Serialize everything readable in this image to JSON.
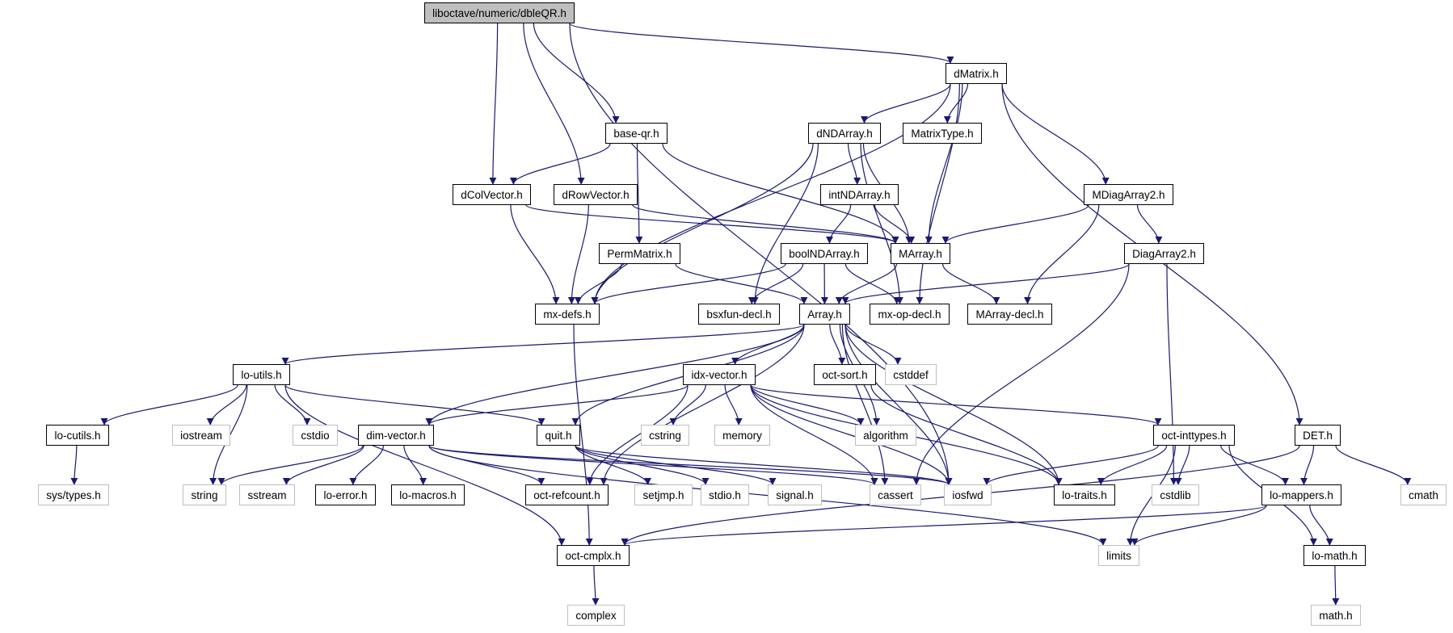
{
  "diagram": {
    "title": "liboctave/numeric/dbleQR.h include dependency graph",
    "colors": {
      "edge": "#191970",
      "root_fill": "#bfbfbf",
      "node_border": "#000000",
      "external_border": "#bfbfbf"
    },
    "nodes": [
      {
        "id": "root",
        "label": "liboctave/numeric/dbleQR.h",
        "kind": "root",
        "col": 458,
        "row": 0
      },
      {
        "id": "dMatrix",
        "label": "dMatrix.h",
        "kind": "local",
        "col": 1020,
        "row": 1
      },
      {
        "id": "base-qr",
        "label": "base-qr.h",
        "kind": "local",
        "col": 653,
        "row": 2
      },
      {
        "id": "dNDArray",
        "label": "dNDArray.h",
        "kind": "local",
        "col": 872,
        "row": 2
      },
      {
        "id": "MatrixType",
        "label": "MatrixType.h",
        "kind": "local",
        "col": 974,
        "row": 2
      },
      {
        "id": "dColVector",
        "label": "dColVector.h",
        "kind": "local",
        "col": 488,
        "row": 3
      },
      {
        "id": "dRowVector",
        "label": "dRowVector.h",
        "kind": "local",
        "col": 597,
        "row": 3
      },
      {
        "id": "intNDArray",
        "label": "intNDArray.h",
        "kind": "local",
        "col": 885,
        "row": 3
      },
      {
        "id": "MDiagArray2",
        "label": "MDiagArray2.h",
        "kind": "local",
        "col": 1169,
        "row": 3
      },
      {
        "id": "PermMatrix",
        "label": "PermMatrix.h",
        "kind": "local",
        "col": 646,
        "row": 4
      },
      {
        "id": "boolNDArray",
        "label": "boolNDArray.h",
        "kind": "local",
        "col": 842,
        "row": 4
      },
      {
        "id": "MArray",
        "label": "MArray.h",
        "kind": "local",
        "col": 961,
        "row": 4
      },
      {
        "id": "DiagArray2",
        "label": "DiagArray2.h",
        "kind": "local",
        "col": 1213,
        "row": 4
      },
      {
        "id": "mx-defs",
        "label": "mx-defs.h",
        "kind": "local",
        "col": 577,
        "row": 5
      },
      {
        "id": "bsxfun-decl",
        "label": "bsxfun-decl.h",
        "kind": "local",
        "col": 753,
        "row": 5
      },
      {
        "id": "Array",
        "label": "Array.h",
        "kind": "local",
        "col": 862,
        "row": 5
      },
      {
        "id": "mx-op-decl",
        "label": "mx-op-decl.h",
        "kind": "local",
        "col": 938,
        "row": 5
      },
      {
        "id": "MArray-decl",
        "label": "MArray-decl.h",
        "kind": "local",
        "col": 1044,
        "row": 5
      },
      {
        "id": "lo-utils",
        "label": "lo-utils.h",
        "kind": "local",
        "col": 251,
        "row": 6
      },
      {
        "id": "idx-vector",
        "label": "idx-vector.h",
        "kind": "local",
        "col": 737,
        "row": 6
      },
      {
        "id": "oct-sort",
        "label": "oct-sort.h",
        "kind": "local",
        "col": 878,
        "row": 6
      },
      {
        "id": "cstddef",
        "label": "cstddef",
        "kind": "external",
        "col": 955,
        "row": 6
      },
      {
        "id": "lo-cutils",
        "label": "lo-cutils.h",
        "kind": "local",
        "col": 50,
        "row": 7
      },
      {
        "id": "iostream",
        "label": "iostream",
        "kind": "external",
        "col": 186,
        "row": 7
      },
      {
        "id": "cstdio",
        "label": "cstdio",
        "kind": "external",
        "col": 316,
        "row": 7
      },
      {
        "id": "dim-vector",
        "label": "dim-vector.h",
        "kind": "local",
        "col": 386,
        "row": 7
      },
      {
        "id": "quit",
        "label": "quit.h",
        "kind": "local",
        "col": 579,
        "row": 7
      },
      {
        "id": "cstring",
        "label": "cstring",
        "kind": "external",
        "col": 691,
        "row": 7
      },
      {
        "id": "memory",
        "label": "memory",
        "kind": "external",
        "col": 771,
        "row": 7
      },
      {
        "id": "algorithm",
        "label": "algorithm",
        "kind": "external",
        "col": 922,
        "row": 7
      },
      {
        "id": "oct-inttypes",
        "label": "oct-inttypes.h",
        "kind": "local",
        "col": 1244,
        "row": 7
      },
      {
        "id": "DET",
        "label": "DET.h",
        "kind": "local",
        "col": 1397,
        "row": 7
      },
      {
        "id": "sys-types",
        "label": "sys/types.h",
        "kind": "external",
        "col": 41,
        "row": 8
      },
      {
        "id": "string",
        "label": "string",
        "kind": "external",
        "col": 197,
        "row": 8
      },
      {
        "id": "sstream",
        "label": "sstream",
        "kind": "external",
        "col": 258,
        "row": 8
      },
      {
        "id": "lo-error",
        "label": "lo-error.h",
        "kind": "local",
        "col": 340,
        "row": 8
      },
      {
        "id": "lo-macros",
        "label": "lo-macros.h",
        "kind": "local",
        "col": 422,
        "row": 8
      },
      {
        "id": "oct-refcount",
        "label": "oct-refcount.h",
        "kind": "local",
        "col": 567,
        "row": 8
      },
      {
        "id": "setjmp",
        "label": "setjmp.h",
        "kind": "external",
        "col": 684,
        "row": 8
      },
      {
        "id": "stdio",
        "label": "stdio.h",
        "kind": "external",
        "col": 756,
        "row": 8
      },
      {
        "id": "signal",
        "label": "signal.h",
        "kind": "external",
        "col": 828,
        "row": 8
      },
      {
        "id": "cassert",
        "label": "cassert",
        "kind": "external",
        "col": 938,
        "row": 8
      },
      {
        "id": "iosfwd",
        "label": "iosfwd",
        "kind": "external",
        "col": 1018,
        "row": 8
      },
      {
        "id": "lo-traits",
        "label": "lo-traits.h",
        "kind": "local",
        "col": 1137,
        "row": 8
      },
      {
        "id": "cstdlib",
        "label": "cstdlib",
        "kind": "external",
        "col": 1242,
        "row": 8
      },
      {
        "id": "lo-mappers",
        "label": "lo-mappers.h",
        "kind": "local",
        "col": 1361,
        "row": 8
      },
      {
        "id": "cmath",
        "label": "cmath",
        "kind": "external",
        "col": 1511,
        "row": 8
      },
      {
        "id": "oct-cmplx",
        "label": "oct-cmplx.h",
        "kind": "local",
        "col": 601,
        "row": 9
      },
      {
        "id": "limits",
        "label": "limits",
        "kind": "external",
        "col": 1185,
        "row": 9
      },
      {
        "id": "lo-math",
        "label": "lo-math.h",
        "kind": "local",
        "col": 1406,
        "row": 9
      },
      {
        "id": "complex",
        "label": "complex",
        "kind": "external",
        "col": 612,
        "row": 10
      },
      {
        "id": "math-h",
        "label": "math.h",
        "kind": "external",
        "col": 1414,
        "row": 10
      }
    ],
    "edges": [
      [
        "root",
        "dMatrix"
      ],
      [
        "root",
        "base-qr"
      ],
      [
        "root",
        "dColVector"
      ],
      [
        "root",
        "dRowVector"
      ],
      [
        "root",
        "iosfwd"
      ],
      [
        "dMatrix",
        "dNDArray"
      ],
      [
        "dMatrix",
        "MatrixType"
      ],
      [
        "dMatrix",
        "MArray"
      ],
      [
        "dMatrix",
        "mx-op-decl"
      ],
      [
        "dMatrix",
        "MDiagArray2"
      ],
      [
        "dMatrix",
        "DET"
      ],
      [
        "dMatrix",
        "mx-defs"
      ],
      [
        "base-qr",
        "dColVector"
      ],
      [
        "base-qr",
        "PermMatrix"
      ],
      [
        "base-qr",
        "MArray"
      ],
      [
        "dNDArray",
        "intNDArray"
      ],
      [
        "dNDArray",
        "MArray"
      ],
      [
        "dNDArray",
        "mx-op-decl"
      ],
      [
        "dNDArray",
        "bsxfun-decl"
      ],
      [
        "dNDArray",
        "mx-defs"
      ],
      [
        "dColVector",
        "MArray"
      ],
      [
        "dColVector",
        "mx-defs"
      ],
      [
        "dRowVector",
        "MArray"
      ],
      [
        "dRowVector",
        "mx-defs"
      ],
      [
        "intNDArray",
        "boolNDArray"
      ],
      [
        "intNDArray",
        "MArray"
      ],
      [
        "MDiagArray2",
        "MArray"
      ],
      [
        "MDiagArray2",
        "DiagArray2"
      ],
      [
        "MDiagArray2",
        "MArray-decl"
      ],
      [
        "PermMatrix",
        "mx-defs"
      ],
      [
        "PermMatrix",
        "Array"
      ],
      [
        "boolNDArray",
        "Array"
      ],
      [
        "boolNDArray",
        "mx-defs"
      ],
      [
        "boolNDArray",
        "bsxfun-decl"
      ],
      [
        "boolNDArray",
        "mx-op-decl"
      ],
      [
        "MArray",
        "Array"
      ],
      [
        "MArray",
        "MArray-decl"
      ],
      [
        "DiagArray2",
        "Array"
      ],
      [
        "DiagArray2",
        "cassert"
      ],
      [
        "DiagArray2",
        "cstdlib"
      ],
      [
        "mx-defs",
        "oct-cmplx"
      ],
      [
        "Array",
        "lo-utils"
      ],
      [
        "Array",
        "idx-vector"
      ],
      [
        "Array",
        "oct-sort"
      ],
      [
        "Array",
        "cstddef"
      ],
      [
        "Array",
        "dim-vector"
      ],
      [
        "Array",
        "quit"
      ],
      [
        "Array",
        "oct-refcount"
      ],
      [
        "Array",
        "algorithm"
      ],
      [
        "Array",
        "iosfwd"
      ],
      [
        "Array",
        "cassert"
      ],
      [
        "Array",
        "lo-traits"
      ],
      [
        "lo-utils",
        "lo-cutils"
      ],
      [
        "lo-utils",
        "iostream"
      ],
      [
        "lo-utils",
        "cstdio"
      ],
      [
        "lo-utils",
        "string"
      ],
      [
        "lo-utils",
        "quit"
      ],
      [
        "lo-utils",
        "oct-cmplx"
      ],
      [
        "idx-vector",
        "dim-vector"
      ],
      [
        "idx-vector",
        "oct-refcount"
      ],
      [
        "idx-vector",
        "cstring"
      ],
      [
        "idx-vector",
        "memory"
      ],
      [
        "idx-vector",
        "algorithm"
      ],
      [
        "idx-vector",
        "cassert"
      ],
      [
        "idx-vector",
        "iosfwd"
      ],
      [
        "idx-vector",
        "oct-inttypes"
      ],
      [
        "idx-vector",
        "lo-traits"
      ],
      [
        "oct-sort",
        "lo-traits"
      ],
      [
        "lo-cutils",
        "sys-types"
      ],
      [
        "dim-vector",
        "string"
      ],
      [
        "dim-vector",
        "sstream"
      ],
      [
        "dim-vector",
        "lo-error"
      ],
      [
        "dim-vector",
        "lo-macros"
      ],
      [
        "dim-vector",
        "oct-refcount"
      ],
      [
        "dim-vector",
        "cassert"
      ],
      [
        "dim-vector",
        "limits"
      ],
      [
        "dim-vector",
        "iosfwd"
      ],
      [
        "quit",
        "setjmp"
      ],
      [
        "quit",
        "stdio"
      ],
      [
        "quit",
        "signal"
      ],
      [
        "quit",
        "iosfwd"
      ],
      [
        "oct-inttypes",
        "cstdlib"
      ],
      [
        "oct-inttypes",
        "limits"
      ],
      [
        "oct-inttypes",
        "lo-mappers"
      ],
      [
        "oct-inttypes",
        "lo-math"
      ],
      [
        "oct-inttypes",
        "lo-traits"
      ],
      [
        "oct-inttypes",
        "iosfwd"
      ],
      [
        "DET",
        "lo-mappers"
      ],
      [
        "DET",
        "cmath"
      ],
      [
        "DET",
        "oct-cmplx"
      ],
      [
        "lo-mappers",
        "oct-cmplx"
      ],
      [
        "lo-mappers",
        "limits"
      ],
      [
        "lo-mappers",
        "lo-math"
      ],
      [
        "oct-cmplx",
        "complex"
      ],
      [
        "lo-math",
        "math-h"
      ]
    ]
  }
}
